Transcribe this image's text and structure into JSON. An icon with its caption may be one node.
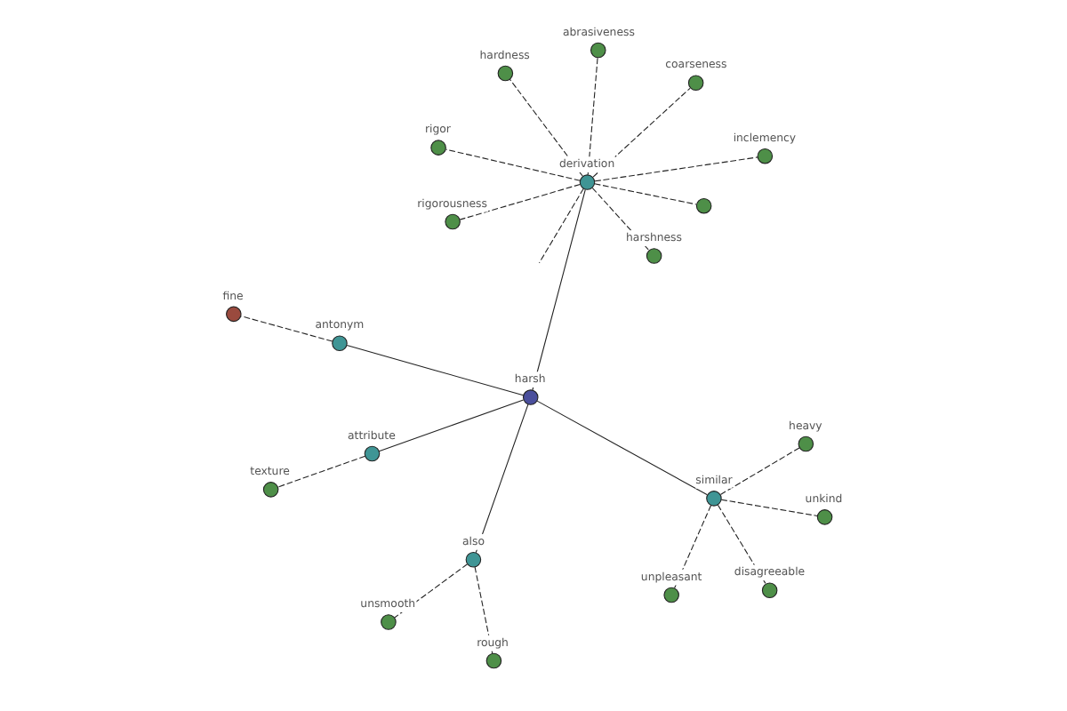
{
  "diagram": {
    "nodes": [
      {
        "text": [],
        "shape": "circle"
      },
      {
        "text": [
          "rigor"
        ]
      },
      {
        "text": [
          "abrasiveness"
        ]
      },
      {
        "text": [
          "harshness"
        ]
      },
      {
        "text": [
          "rigorousness"
        ]
      },
      {
        "text": [
          "derivation"
        ]
      },
      {
        "text": [
          "inclemency"
        ]
      },
      {
        "text": [
          "hardness"
        ]
      },
      {
        "text": [
          "coarseness"
        ]
      },
      {
        "text": [
          "fine"
        ]
      },
      {
        "text": [
          "antonym"
        ]
      },
      {
        "text": [
          "harsh"
        ]
      },
      {
        "text": [
          "attribute"
        ]
      },
      {
        "text": [
          "texture"
        ]
      },
      {
        "text": [
          "also"
        ]
      },
      {
        "text": [
          "unsmooth"
        ]
      },
      {
        "text": [
          "heavy"
        ]
      },
      {
        "text": [
          "similar"
        ]
      },
      {
        "text": [
          "rough"
        ]
      },
      {
        "text": [
          "disagreeable"
        ]
      },
      {
        "text": [
          "unpleasant"
        ]
      },
      {
        "text": [
          "unkind"
        ]
      }
    ],
    "edges": [
      {
        "from": 11,
        "to": 5,
        "arrow": "none"
      },
      {
        "from": 11,
        "to": 10,
        "arrow": "none"
      },
      {
        "from": 11,
        "to": 12,
        "arrow": "none"
      },
      {
        "from": 11,
        "to": 14,
        "arrow": "none"
      },
      {
        "from": 11,
        "to": 17,
        "arrow": "none"
      },
      {
        "from": 5,
        "to": null,
        "arrow": "none",
        "style": "dashed"
      },
      {
        "from": 5,
        "to": 0,
        "arrow": "none",
        "style": "dashed"
      },
      {
        "from": 5,
        "to": 1,
        "arrow": "none",
        "style": "dashed"
      },
      {
        "from": 5,
        "to": 2,
        "arrow": "none",
        "style": "dashed"
      },
      {
        "from": 5,
        "to": 3,
        "arrow": "none",
        "style": "dashed"
      },
      {
        "from": 5,
        "to": 4,
        "arrow": "none",
        "style": "dashed"
      },
      {
        "from": 5,
        "to": 6,
        "arrow": "none",
        "style": "dashed"
      },
      {
        "from": 5,
        "to": 7,
        "arrow": "none",
        "style": "dashed"
      },
      {
        "from": 5,
        "to": 8,
        "arrow": "none",
        "style": "dashed"
      },
      {
        "from": 10,
        "to": 9,
        "arrow": "none",
        "style": "dashed"
      },
      {
        "from": 12,
        "to": 13,
        "arrow": "none",
        "style": "dashed"
      },
      {
        "from": 14,
        "to": 15,
        "arrow": "none",
        "style": "dashed"
      },
      {
        "from": 14,
        "to": 18,
        "arrow": "none",
        "style": "dashed"
      },
      {
        "from": 17,
        "to": 16,
        "arrow": "none",
        "style": "dashed"
      },
      {
        "from": 17,
        "to": 20,
        "arrow": "none",
        "style": "dashed"
      },
      {
        "from": 17,
        "to": 21,
        "arrow": "none",
        "style": "dashed"
      },
      {
        "from": 17,
        "to": 19,
        "arrow": "none",
        "style": "dashed"
      }
    ]
  }
}
